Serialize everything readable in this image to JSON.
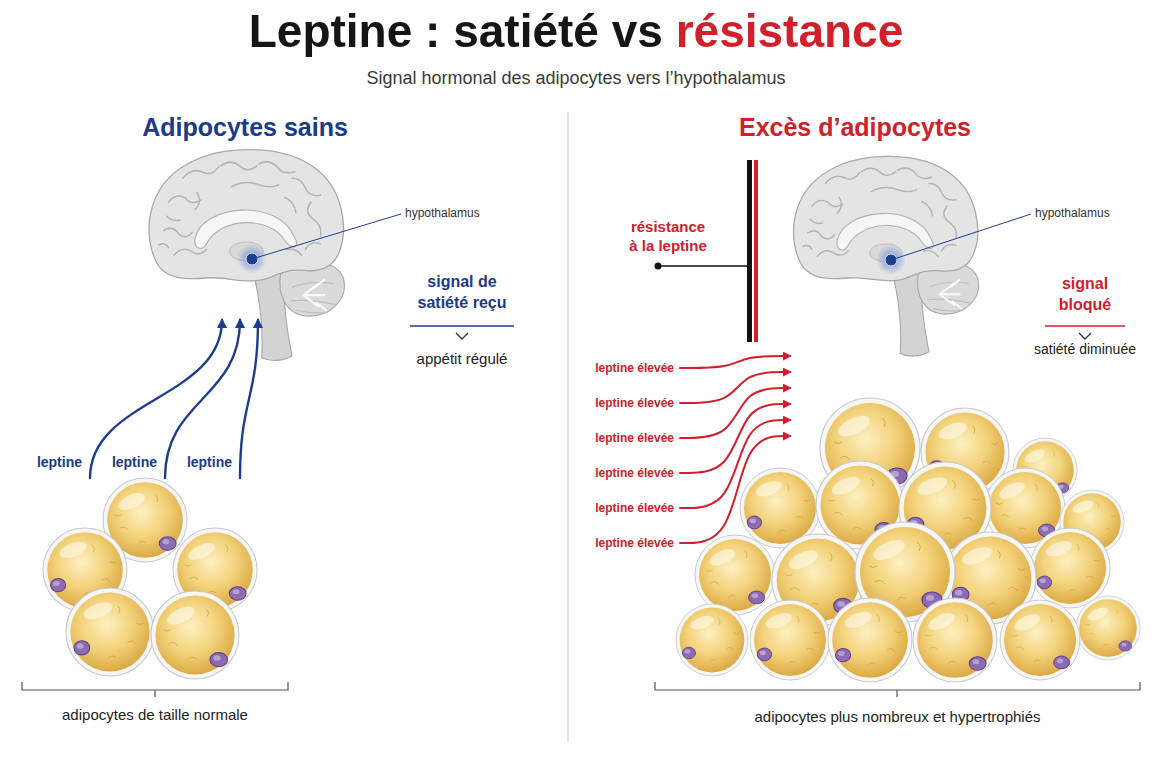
{
  "diagram": {
    "title": "Leptine : satiété vs résistance",
    "nodes": [
      {
        "text": [
          "hypothalamus"
        ]
      },
      {
        "text": [
          "adipocytes de taille normale"
        ]
      },
      {
        "text": [
          "résistance à la leptine"
        ]
      },
      {
        "text": [
          "hypothalamus"
        ]
      },
      {
        "text": [
          "adipocytes plus nombreux et hypertrophiés"
        ]
      }
    ],
    "edges": [
      {
        "from": 1,
        "to": 0,
        "label": "leptine",
        "arrow": "to"
      },
      {
        "from": 1,
        "to": 0,
        "label": "leptine",
        "arrow": "to"
      },
      {
        "from": 1,
        "to": 0,
        "label": "leptine",
        "arrow": "to"
      },
      {
        "from": 4,
        "to": 3,
        "label": "leptine élevée",
        "arrow": "to"
      },
      {
        "from": 4,
        "to": 3,
        "label": "leptine élevée",
        "arrow": "to"
      },
      {
        "from": 4,
        "to": 3,
        "label": "leptine élevée",
        "arrow": "to"
      },
      {
        "from": 4,
        "to": 3,
        "label": "leptine élevée",
        "arrow": "to"
      },
      {
        "from": 4,
        "to": 3,
        "label": "leptine élevée",
        "arrow": "to"
      },
      {
        "from": 4,
        "to": 3,
        "label": "leptine élevée",
        "arrow": "to"
      }
    ],
    "labels": [
      "Signal hormonal des adipocytes vers l’hypothalamus",
      "Adipocytes sains",
      "signal de satiété reçu",
      "appétit régulé",
      "Excès d’adipocytes",
      "signal bloqué",
      "satiété diminuée"
    ]
  }
}
